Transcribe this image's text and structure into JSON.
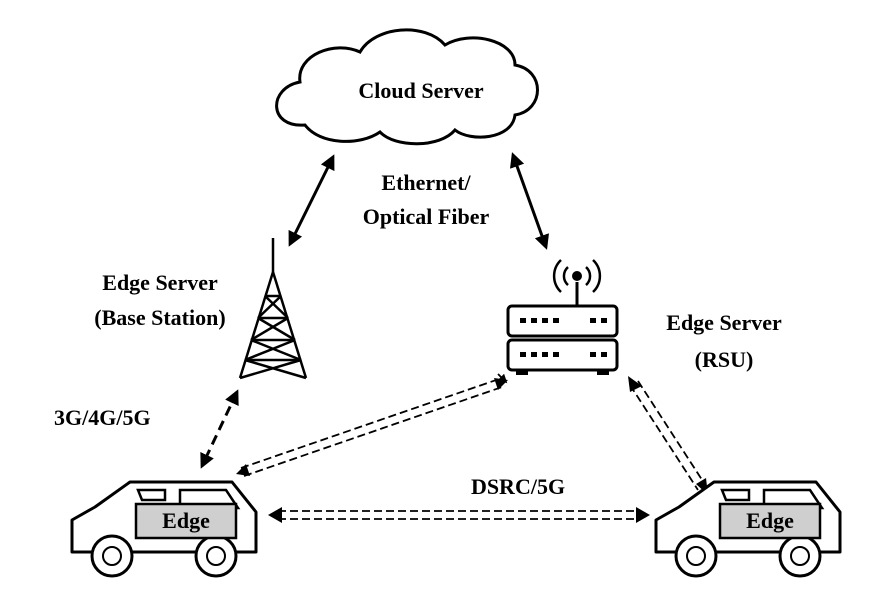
{
  "nodes": {
    "cloud": {
      "label": "Cloud Server"
    },
    "base_station": {
      "label_line1": "Edge Server",
      "label_line2": "(Base Station)"
    },
    "rsu": {
      "label_line1": "Edge Server",
      "label_line2": "(RSU)"
    },
    "car_left": {
      "label": "Edge"
    },
    "car_right": {
      "label": "Edge"
    }
  },
  "links": {
    "backhaul": {
      "label_line1": "Ethernet/",
      "label_line2": "Optical Fiber"
    },
    "cellular": {
      "label": "3G/4G/5G"
    },
    "v2v": {
      "label": "DSRC/5G"
    }
  }
}
